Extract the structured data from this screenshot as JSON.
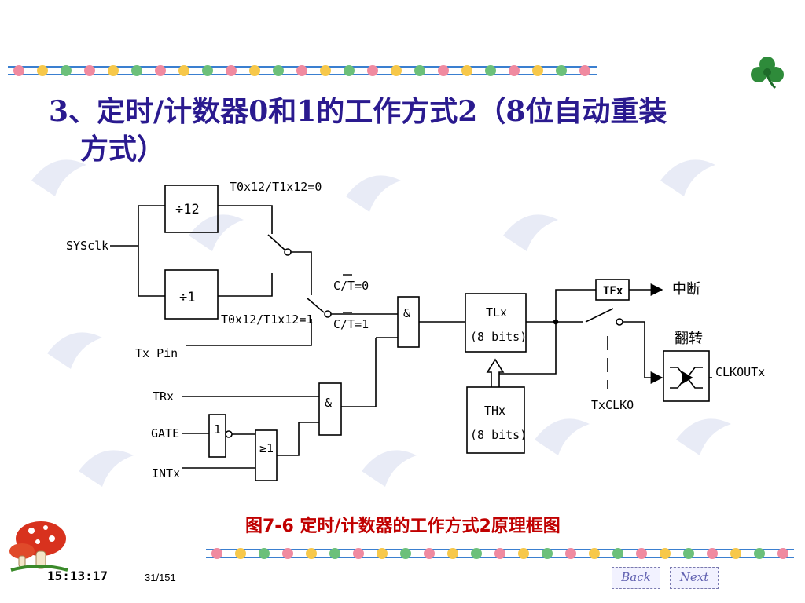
{
  "slide": {
    "title_line1": "3、定时/计数器0和1的工作方式2（8位自动重装",
    "title_line2": "方式）",
    "caption": "图7-6  定时/计数器的工作方式2原理框图"
  },
  "diagram": {
    "div12": "÷12",
    "div1": "÷1",
    "t0x12_0": "T0x12/T1x12=0",
    "t0x12_1": "T0x12/T1x12=1",
    "sysclk": "SYSclk",
    "ct0": "C/T=0",
    "ct1": "C/T=1",
    "tx_pin": "Tx Pin",
    "and1": "&",
    "and2": "&",
    "trx": "TRx",
    "gate": "GATE",
    "intx": "INTx",
    "not_gate": "1",
    "or_gate": "≥1",
    "tlx": "TLx",
    "tlx_bits": "(8 bits)",
    "thx": "THx",
    "thx_bits": "(8 bits)",
    "tfx": "TFx",
    "interrupt": "中断",
    "toggle": "翻转",
    "clkoutx": "CLKOUTx",
    "txclko": "TxCLKO"
  },
  "footer": {
    "time": "15:13:17",
    "page": "31/151",
    "back_label": "Back",
    "next_label": "Next"
  },
  "colors": {
    "title": "#2a1a8f",
    "caption": "#c00000",
    "nav": "#6060b0"
  },
  "icons": {
    "top_right": "clover-icon",
    "bottom_left": "mushroom-icon"
  }
}
